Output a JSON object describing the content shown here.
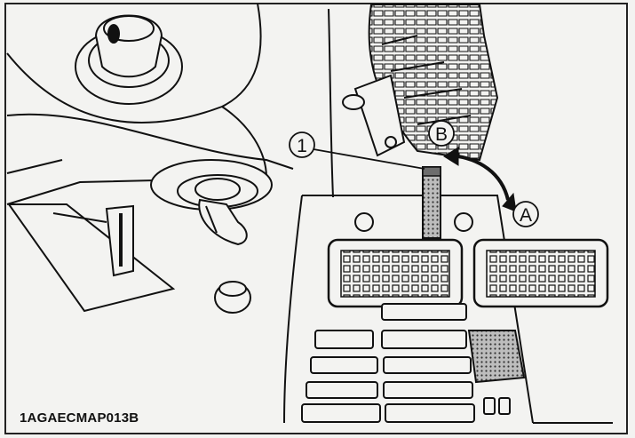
{
  "figure_code": "1AGAECMAP013B",
  "callouts": {
    "part_1": "1",
    "position_a": "A",
    "position_b": "B"
  },
  "colors": {
    "line": "#111111",
    "paper": "#f3f3f1",
    "lever_fill": "#8a8a8a"
  }
}
